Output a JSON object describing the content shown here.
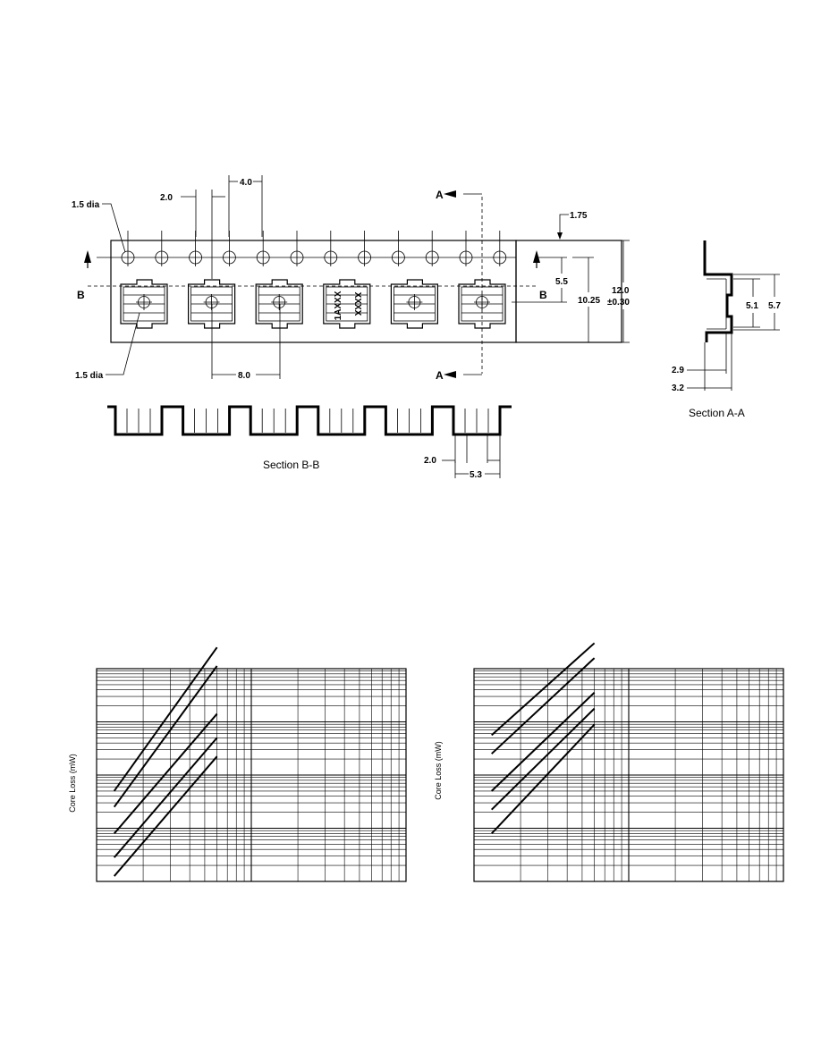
{
  "tape": {
    "dims": {
      "hole_dia_top": "1.5 dia",
      "hole_dia_bottom": "1.5 dia",
      "pitch_hole": "4.0",
      "hole_to_pocket": "2.0",
      "edge_to_hole": "1.75",
      "hole_to_center": "5.5",
      "pocket_span": "10.25",
      "width": "12.0",
      "width_tol": "±0.30",
      "pocket_pitch": "8.0"
    },
    "section_marks": {
      "a": "A",
      "b": "B"
    },
    "part_marking": {
      "line1": "1AXXX",
      "line2": "XXXX"
    }
  },
  "section_bb": {
    "caption": "Section   B-B",
    "dim_a": "2.0",
    "dim_b": "5.3"
  },
  "section_aa": {
    "caption": "Section   A-A",
    "dim_a": "5.1",
    "dim_b": "5.7",
    "dim_c": "2.9",
    "dim_d": "3.2"
  },
  "charts": {
    "left_ylabel": "Core Loss (mW)",
    "right_ylabel": "Core Loss (mW)"
  },
  "chart_data": [
    {
      "type": "line",
      "ylabel": "Core Loss (mW)",
      "xscale": "log",
      "yscale": "log",
      "x_decades": 2,
      "y_decades": 4,
      "grid": true,
      "series": [
        {
          "x": [
            1.3,
            6.0
          ],
          "y": [
            0.7,
            3.4
          ]
        },
        {
          "x": [
            1.3,
            6.0
          ],
          "y": [
            0.4,
            3.05
          ]
        },
        {
          "x": [
            1.3,
            6.0
          ],
          "y": [
            -0.1,
            2.15
          ]
        },
        {
          "x": [
            1.3,
            6.0
          ],
          "y": [
            -0.55,
            1.7
          ]
        },
        {
          "x": [
            1.3,
            6.0
          ],
          "y": [
            -0.9,
            1.35
          ]
        }
      ]
    },
    {
      "type": "line",
      "ylabel": "Core Loss (mW)",
      "xscale": "log",
      "yscale": "log",
      "x_decades": 2,
      "y_decades": 4,
      "grid": true,
      "series": [
        {
          "x": [
            1.3,
            6.0
          ],
          "y": [
            1.75,
            3.48
          ]
        },
        {
          "x": [
            1.3,
            6.0
          ],
          "y": [
            1.4,
            3.2
          ]
        },
        {
          "x": [
            1.3,
            6.0
          ],
          "y": [
            0.7,
            2.55
          ]
        },
        {
          "x": [
            1.3,
            6.0
          ],
          "y": [
            0.35,
            2.25
          ]
        },
        {
          "x": [
            1.3,
            6.0
          ],
          "y": [
            -0.1,
            1.95
          ]
        }
      ]
    }
  ]
}
